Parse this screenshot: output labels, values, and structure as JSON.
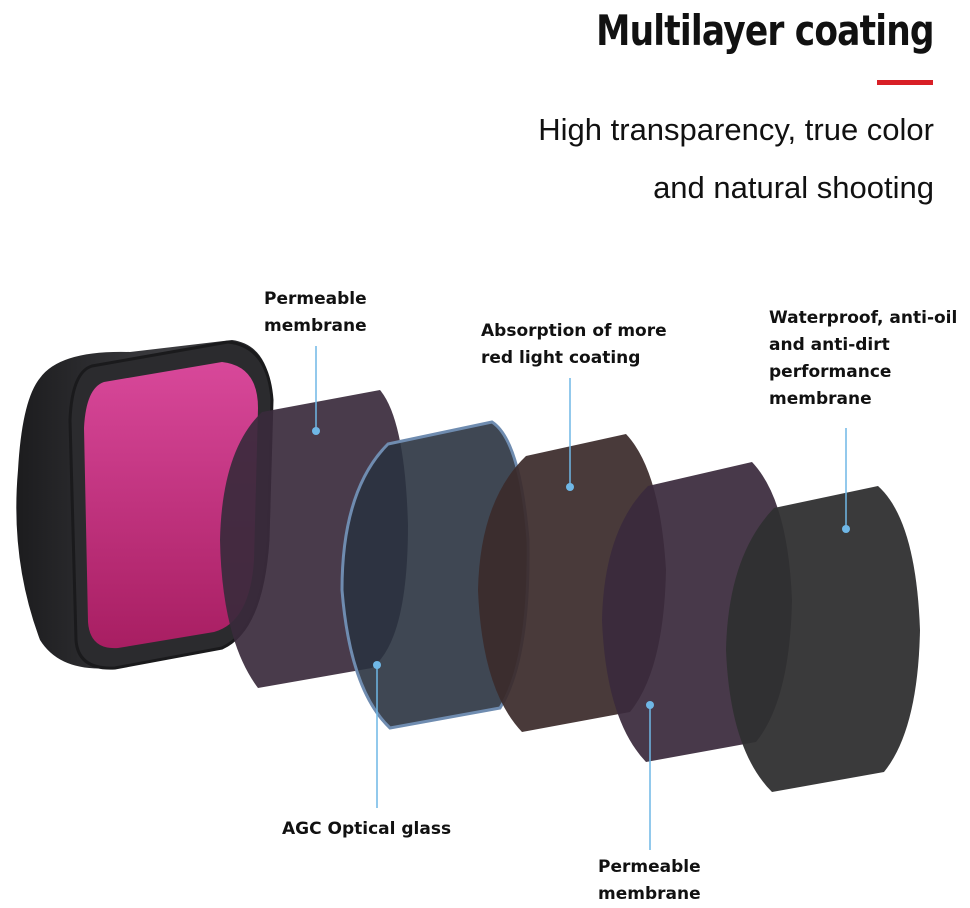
{
  "header": {
    "title": "Multilayer coating",
    "subtitle_line1": "High transparency, true color",
    "subtitle_line2": "and natural shooting",
    "accent_color": "#d81f26"
  },
  "callouts": {
    "permeable_top": {
      "line1": "Permeable",
      "line2": "membrane"
    },
    "absorption": {
      "line1": "Absorption of more",
      "line2": "red light coating"
    },
    "waterproof": {
      "line1": "Waterproof, anti-oil",
      "line2": "and anti-dirt",
      "line3": "performance",
      "line4": "membrane"
    },
    "agc_glass": {
      "line1": "AGC Optical glass"
    },
    "permeable_bottom": {
      "line1": "Permeable",
      "line2": "membrane"
    },
    "leader_color": "#6fb7e6"
  },
  "colors": {
    "filter_body": "#2a2a2c",
    "filter_rim": "#3a3a3d",
    "filter_lens": "#c9347f",
    "layer_permeable": "#3a2a3c",
    "layer_glass": "#2a3340",
    "layer_glass_edge": "#6f8cb0",
    "layer_absorption": "#3b2b2b",
    "layer_waterproof": "#2f2f30"
  }
}
